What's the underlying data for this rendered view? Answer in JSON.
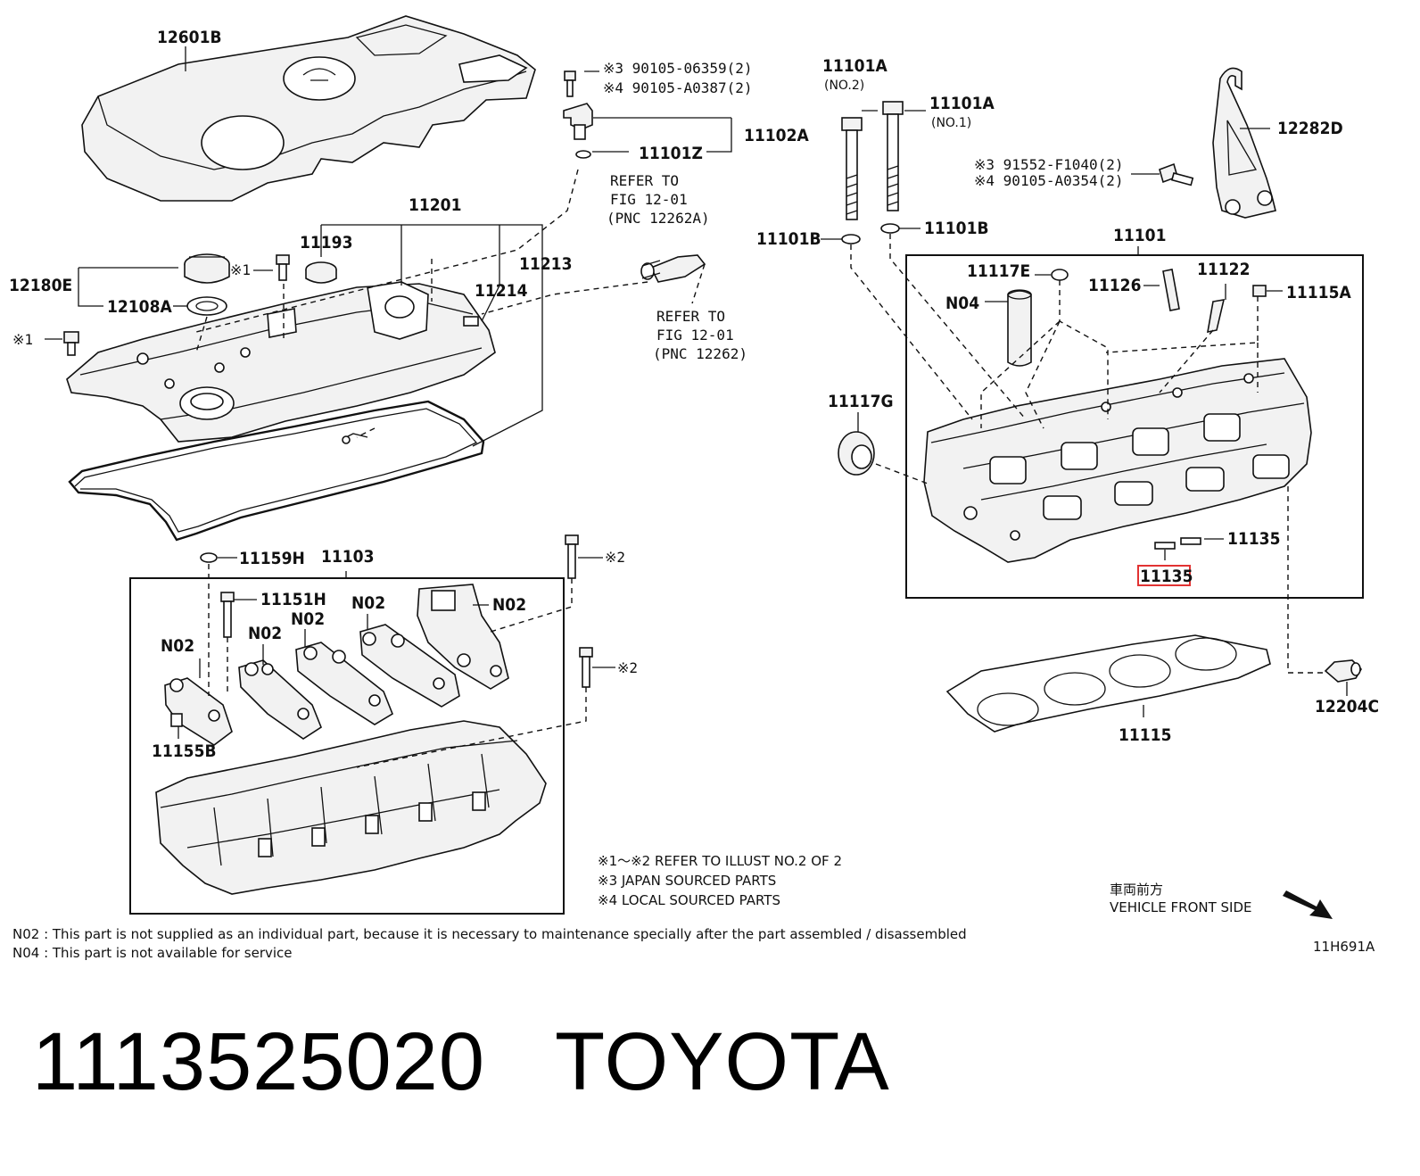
{
  "labels": {
    "p12601B": "12601B",
    "p90105_06359": "※3 90105-06359(2)",
    "p90105_A0387": "※4 90105-A0387(2)",
    "p11101Z": "11101Z",
    "p11102A": "11102A",
    "p11201": "11201",
    "p11193": "11193",
    "p12180E": "12180E",
    "p12108A": "12108A",
    "mark1a": "※1",
    "mark1b": "※1",
    "p11213": "11213",
    "p11214": "11214",
    "p11101A_no2": "11101A",
    "no2": "(NO.2)",
    "p11101A_no1": "11101A",
    "no1": "(NO.1)",
    "p91552": "※3 91552-F1040(2)",
    "p90105_A0354": "※4 90105-A0354(2)",
    "p12282D": "12282D",
    "p11101B_a": "11101B",
    "p11101B_b": "11101B",
    "p11101": "11101",
    "p11117E": "11117E",
    "p11126": "11126",
    "p11122": "11122",
    "p11115A": "11115A",
    "pN04": "N04",
    "p11117G": "11117G",
    "p11135_a": "11135",
    "p11135_b": "11135",
    "p12204C": "12204C",
    "p11115": "11115",
    "p11159H": "11159H",
    "p11103": "11103",
    "p11151H": "11151H",
    "n02_a": "N02",
    "n02_b": "N02",
    "n02_c": "N02",
    "n02_d": "N02",
    "n02_e": "N02",
    "p11155B": "11155B",
    "mark2a": "※2",
    "mark2b": "※2"
  },
  "refs": {
    "ref1_l1": "REFER TO",
    "ref1_l2": "FIG 12-01",
    "ref1_l3": "(PNC 12262A)",
    "ref2_l1": "REFER TO",
    "ref2_l2": "FIG 12-01",
    "ref2_l3": "(PNC 12262)"
  },
  "notes": {
    "n1": "※1〜※2   REFER TO ILLUST NO.2 OF 2",
    "n2": "※3 JAPAN SOURCED PARTS",
    "n3": "※4 LOCAL SOURCED PARTS",
    "front_jp": "車両前方",
    "front_en": "VEHICLE FRONT SIDE",
    "code": "11H691A",
    "n02_note": "N02 : This part is not supplied as an individual part, because it is necessary to maintenance specially after the part assembled / disassembled",
    "n04_note": "N04 : This part is not available for service"
  },
  "footer": {
    "part_number": "1113525020",
    "brand": "TOYOTA"
  },
  "colors": {
    "highlight": "#e23232",
    "line": "#111111"
  }
}
